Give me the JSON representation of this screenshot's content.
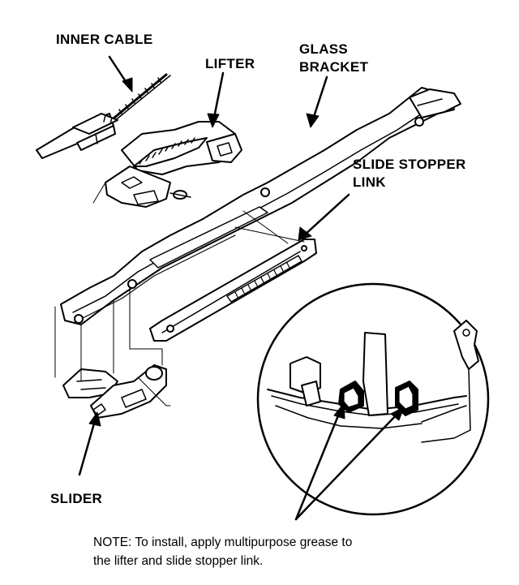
{
  "labels": {
    "inner_cable": "INNER CABLE",
    "lifter": "LIFTER",
    "glass_bracket_line1": "GLASS",
    "glass_bracket_line2": "BRACKET",
    "slide_stopper_line1": "SLIDE STOPPER",
    "slide_stopper_line2": "LINK",
    "slider": "SLIDER"
  },
  "note": {
    "line1": "NOTE:  To install, apply multipurpose grease to",
    "line2": "the lifter and slide stopper link."
  }
}
